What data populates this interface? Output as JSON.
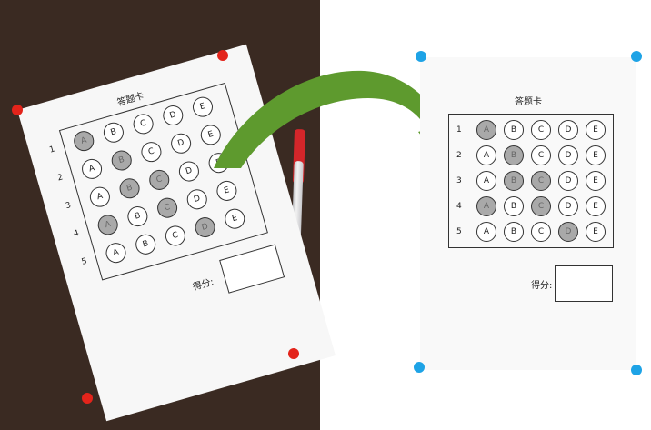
{
  "photo": {
    "sheet_title": "答题卡",
    "score_label": "得分:",
    "row_labels": [
      "1",
      "2",
      "3",
      "4",
      "5"
    ],
    "options": [
      "A",
      "B",
      "C",
      "D",
      "E"
    ],
    "filled": [
      [
        "A"
      ],
      [
        "B"
      ],
      [
        "B",
        "C"
      ],
      [
        "A",
        "C"
      ],
      [
        "D"
      ]
    ]
  },
  "scan": {
    "sheet_title": "答题卡",
    "score_label": "得分:",
    "row_labels": [
      "1",
      "2",
      "3",
      "4",
      "5"
    ],
    "options": [
      "A",
      "B",
      "C",
      "D",
      "E"
    ],
    "filled": [
      [
        "A"
      ],
      [
        "B"
      ],
      [
        "B",
        "C"
      ],
      [
        "A",
        "C"
      ],
      [
        "D"
      ]
    ]
  },
  "colors": {
    "arrow": "#5e9a2e",
    "photo_corner_markers": "#e3241b",
    "scan_corner_markers": "#1ea3e6",
    "photo_background": "#3a2a22"
  }
}
